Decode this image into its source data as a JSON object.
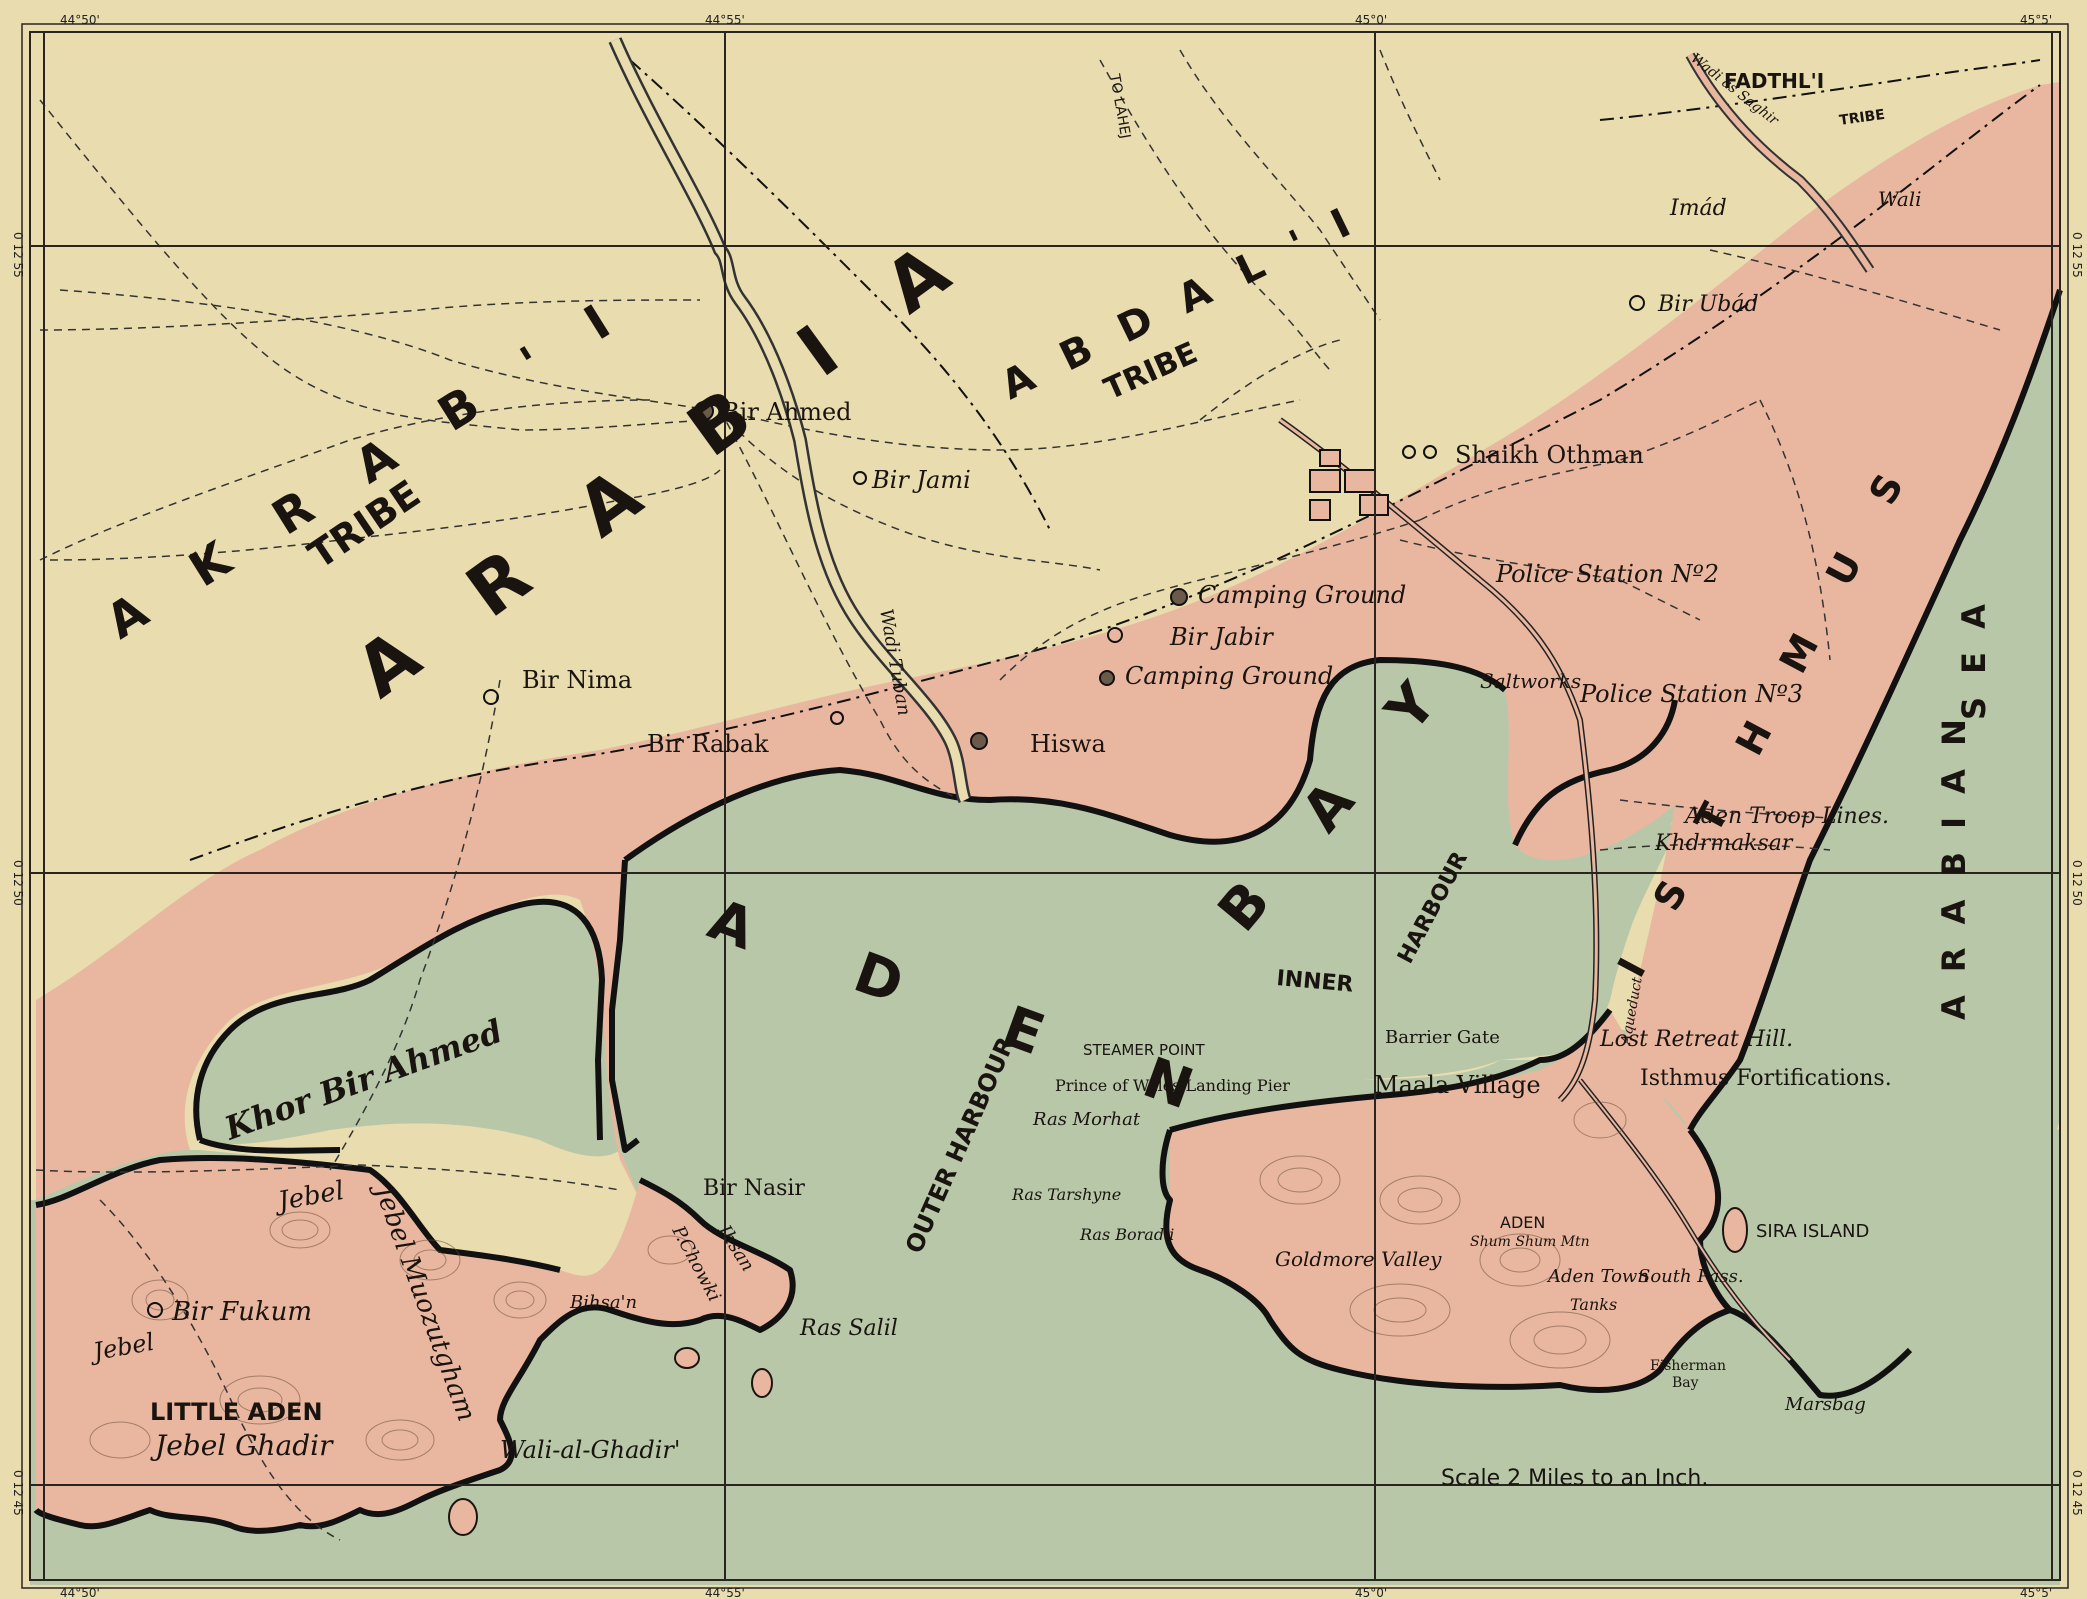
{
  "colors": {
    "paper": "#e9dcae",
    "land_aden": "#e9b7a0",
    "sea": "#b7c7a8",
    "grid": "#2a2420",
    "ink": "#1a1410"
  },
  "degrees": {
    "top": [
      "44°50'",
      "44°55'",
      "45°0'",
      "45°5'"
    ],
    "bottom": [
      "44°50'",
      "44°55'",
      "45°0'",
      "45°5'"
    ],
    "left": [
      "0 12 55",
      "0 12 50",
      "0 12 45"
    ],
    "right": [
      "0 12 55",
      "0 12 50",
      "0 12 45"
    ]
  },
  "regions": {
    "arabia": "A R A B I A",
    "akrabi": "A K R A B ' I",
    "akrabi_tribe": "TRIBE",
    "abdali": "A B D A L ' I",
    "abdali_tribe": "TRIBE",
    "fadthli": "FADTHL'I",
    "fadthli_tribe": "TRIBE",
    "isthmus": "I S T H M U S",
    "aden_bay": "A D E N",
    "aden_bay_2": "B A Y",
    "arabian_sea": "A R A B I A N",
    "arabian_sea_2": "S E A",
    "inner_harbour": "INNER",
    "inner_harbour_2": "HARBOUR",
    "outer_harbour": "OUTER HARBOUR",
    "khor_bir_ahmed": "Khor Bir Ahmed",
    "little_aden": "LITTLE ADEN"
  },
  "places": {
    "bir_ahmed": "Bir Ahmed",
    "bir_jami": "Bir Jami",
    "bir_nima": "Bir Nima",
    "bir_rabak": "Bir Rabak",
    "hiswa": "Hiswa",
    "camping_ground_1": "Camping Ground",
    "camping_ground_2": "Camping Ground",
    "bir_jabir": "Bir Jabir",
    "shaikh_othman": "Shaikh Othman",
    "police_station_2": "Police Station Nº2",
    "police_station_3": "Police Station Nº3",
    "saltworks": "Saltworks",
    "bir_ubad": "Bir Ubád",
    "imad": "Imád",
    "wali": "Wali",
    "to_lahej": "TO LAHEJ",
    "wadi_tuban": "Wadi Tuban",
    "wadi_as_saghir": "Wadi as Saghir",
    "aden_troop_lines": "Aden Troop Lines.",
    "khormaksar": "Khdrmaksar",
    "aqueduct": "Aqueduct",
    "barrier_gate": "Barrier Gate",
    "lost_retreat_hill": "Lost Retreat Hill.",
    "isthmus_fortifications": "Isthmus Fortifications.",
    "maala_village": "Maala Village",
    "steamer_point": "STEAMER POINT",
    "prince_of_wales_pier": "Prince of Wales Landing Pier",
    "ras_morhat": "Ras Morhat",
    "ras_tarshyne": "Ras Tarshyne",
    "ras_boradli": "Ras Boradli",
    "goldmore_valley": "Goldmore Valley",
    "aden": "ADEN",
    "shum_shum_mtn": "Shum Shum Mtn",
    "aden_town": "Aden Town",
    "south_pass": "South Pass.",
    "tanks": "Tanks",
    "sira_island": "SIRA ISLAND",
    "fisherman_bay": "Fisherman",
    "fisherman_bay_2": "Bay",
    "marsbag": "Marsbag",
    "bir_nasir": "Bir Nasir",
    "ihsan": "Ihsan",
    "pchowki": "P.Chowki",
    "bihsan": "Bihsa'n",
    "ras_salil": "Ras Salil",
    "jebel_muzutgham": "Jebel Muozutgham",
    "bir_fukum": "Bir Fukum",
    "jebel": "Jebel",
    "jebel_ghadir": "Jebel Ghadir",
    "wali_al_ghadir": "Wali-al-Ghadir'"
  },
  "scale": "Scale 2 Miles to an Inch."
}
